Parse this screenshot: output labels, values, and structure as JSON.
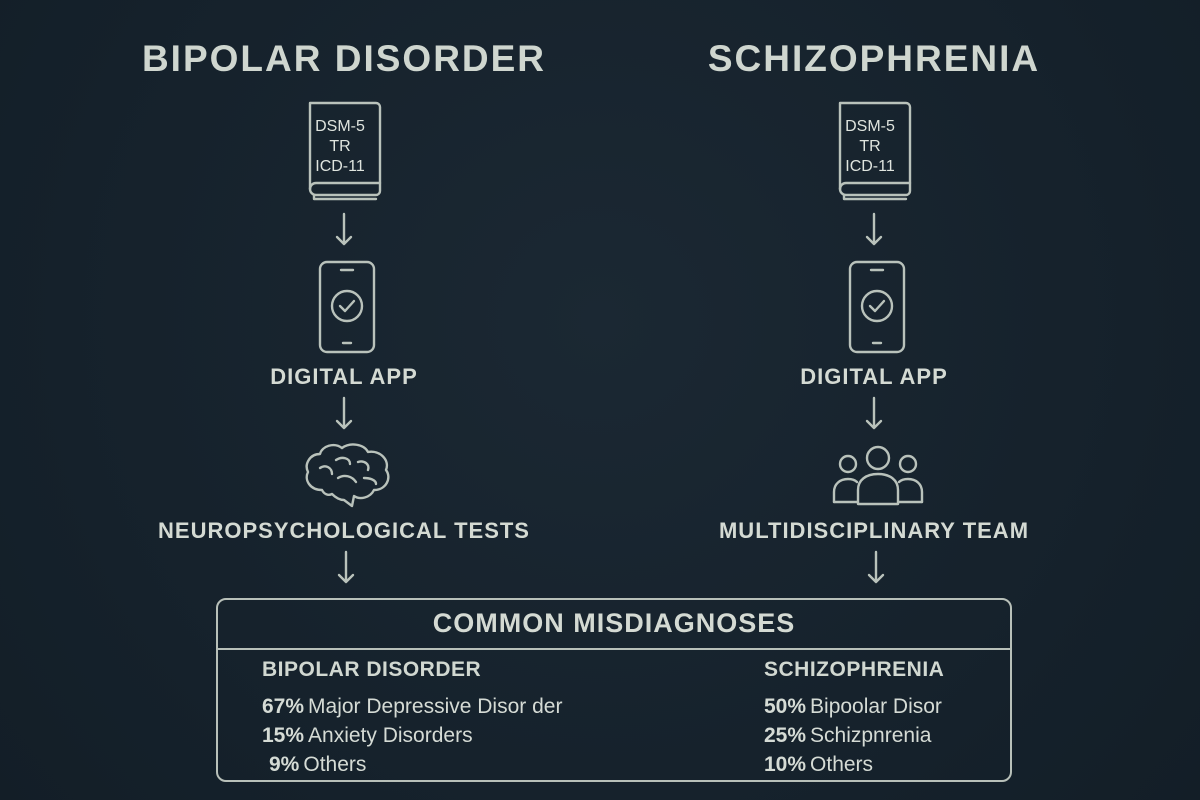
{
  "columns": [
    {
      "title": "BIPOLAR DISORDER",
      "book_lines": [
        "DSM-5",
        "TR",
        "ICD-11"
      ],
      "app_label": "DIGITAL APP",
      "third_label": "NEUROPSYCHOLOGICAL TESTS",
      "third_icon": "brain-icon"
    },
    {
      "title": "SCHIZOPHRENIA",
      "book_lines": [
        "DSM-5",
        "TR",
        "ICD-11"
      ],
      "app_label": "DIGITAL APP",
      "third_label": "MULTIDISCIPLINARY TEAM",
      "third_icon": "team-icon"
    }
  ],
  "misdiagnoses": {
    "title": "COMMON MISDIAGNOSES",
    "groups": [
      {
        "heading": "BIPOLAR DISORDER",
        "rows": [
          {
            "percent": "67%",
            "label": "Major Depressive Disor der"
          },
          {
            "percent": "15%",
            "label": "Anxiety Disorders"
          },
          {
            "percent": "9%",
            "label": "Others"
          }
        ]
      },
      {
        "heading": "SCHIZOPHRENIA",
        "rows": [
          {
            "percent": "50%",
            "label": "Bipoolar Disor"
          },
          {
            "percent": "25%",
            "label": "Schizpnrenia"
          },
          {
            "percent": "10%",
            "label": "Others"
          }
        ]
      }
    ]
  },
  "colors": {
    "background": "#17232d",
    "line": "#b9c2bb",
    "text": "#d5dbd6"
  },
  "icons": [
    "book-icon",
    "arrow-down-icon",
    "smartphone-check-icon",
    "brain-icon",
    "team-icon"
  ]
}
